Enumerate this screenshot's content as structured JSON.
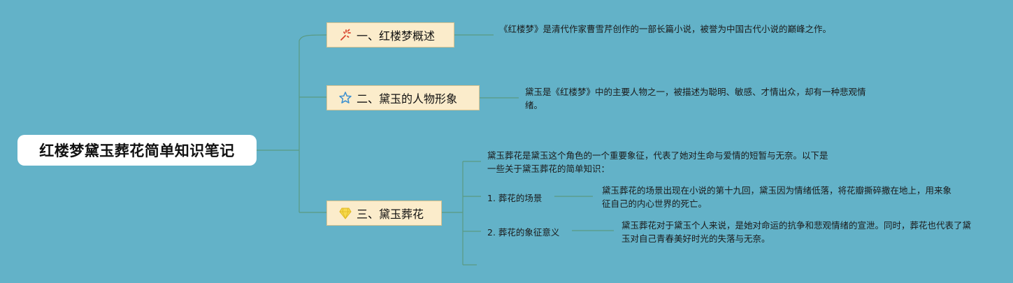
{
  "root": {
    "title": "红楼梦黛玉葬花简单知识笔记"
  },
  "topics": [
    {
      "label": "一、红楼梦概述",
      "icon": "sparkle-icon",
      "note": "《红楼梦》是清代作家曹雪芹创作的一部长篇小说，被誉为中国古代小说的巅峰之作。"
    },
    {
      "label": "二、黛玉的人物形象",
      "icon": "star-icon",
      "note": "黛玉是《红楼梦》中的主要人物之一，被描述为聪明、敏感、才情出众，却有一种悲观情绪。"
    },
    {
      "label": "三、黛玉葬花",
      "icon": "gem-icon",
      "intro": "黛玉葬花是黛玉这个角色的一个重要象征，代表了她对生命与爱情的短暂与无奈。以下是一些关于黛玉葬花的简单知识：",
      "subs": [
        {
          "label": "1. 葬花的场景",
          "note": "黛玉葬花的场景出现在小说的第十九回，黛玉因为情绪低落，将花瓣撕碎撒在地上，用来象征自己的内心世界的死亡。"
        },
        {
          "label": "2. 葬花的象征意义",
          "note": "黛玉葬花对于黛玉个人来说，是她对命运的抗争和悲观情绪的宣泄。同时，葬花也代表了黛玉对自己青春美好时光的失落与无奈。"
        }
      ]
    }
  ],
  "colors": {
    "background": "#63b2c8",
    "topic_fill": "#fbeccb",
    "line": "#5a9a82"
  }
}
